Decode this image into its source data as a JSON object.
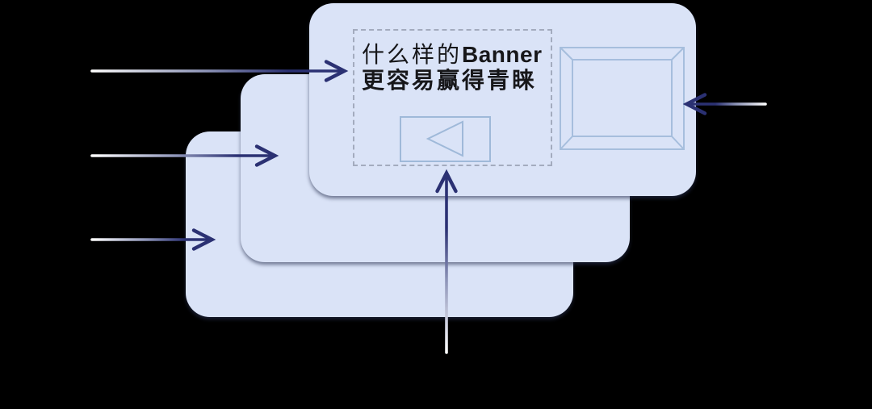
{
  "page": {
    "background_color": "#000000"
  },
  "colors": {
    "card_background": "#dae3f7",
    "arrow": "#2b3173",
    "wireframe_outline": "#a6bedd",
    "dashed_border": "#a3abbe",
    "heading_text": "#17171a"
  },
  "front_card": {
    "heading": {
      "line1_regular": "什么样的",
      "line1_bold": "Banner",
      "line2_bold": "更容易赢得青睐"
    },
    "icons": {
      "back_button": "left-triangle-icon",
      "banner_frame": "picture-frame-icon"
    }
  },
  "arrows": [
    {
      "name": "arrow-to-front-card",
      "direction": "right"
    },
    {
      "name": "arrow-to-middle-card",
      "direction": "right"
    },
    {
      "name": "arrow-to-back-card",
      "direction": "right"
    },
    {
      "name": "arrow-to-banner-frame",
      "direction": "left"
    },
    {
      "name": "arrow-to-back-button",
      "direction": "up"
    }
  ]
}
